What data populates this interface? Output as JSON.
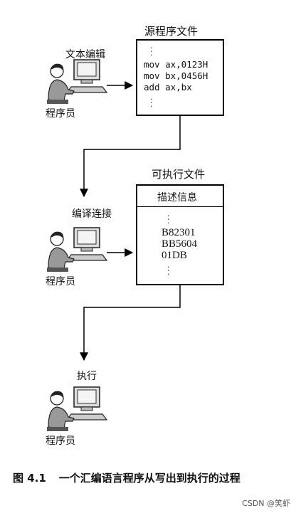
{
  "step1": {
    "action_label": "文本编辑",
    "person_label": "程序员",
    "box_title": "源程序文件",
    "code_lines": [
      "mov ax,0123H",
      "mov bx,0456H",
      "add ax,bx"
    ]
  },
  "step2": {
    "action_label": "编译连接",
    "person_label": "程序员",
    "box_title": "可执行文件",
    "header": "描述信息",
    "code_lines": [
      "B82301",
      "BB5604",
      "01DB"
    ]
  },
  "step3": {
    "action_label": "执行",
    "person_label": "程序员"
  },
  "caption": {
    "number": "图 4.1",
    "text": "一个汇编语言程序从写出到执行的过程"
  },
  "watermark": "CSDN @笑虾"
}
